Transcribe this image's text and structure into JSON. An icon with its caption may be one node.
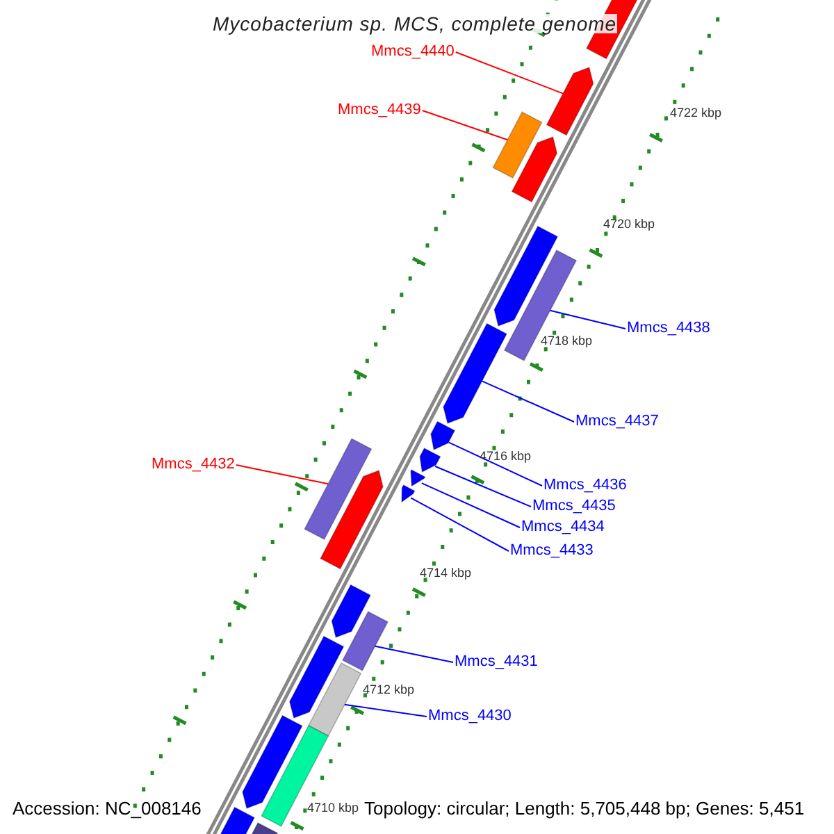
{
  "diagram": {
    "title": "Mycobacterium sp. MCS, complete genome",
    "nodes": [
      {
        "text": [
          "Mmcs_4440"
        ]
      },
      {
        "text": [],
        "shape": "bar"
      },
      {
        "text": [
          "Mmcs_4439"
        ]
      },
      {
        "text": [],
        "shape": "bar"
      },
      {
        "text": [
          "Mmcs_4438"
        ]
      },
      {
        "text": [],
        "shape": "bar"
      },
      {
        "text": [
          "Mmcs_4437"
        ]
      },
      {
        "text": [],
        "shape": "bar"
      },
      {
        "text": [
          "Mmcs_4436"
        ]
      },
      {
        "text": [],
        "shape": "bar"
      },
      {
        "text": [
          "Mmcs_4435"
        ]
      },
      {
        "text": [],
        "shape": "bar"
      },
      {
        "text": [
          "Mmcs_4434"
        ]
      },
      {
        "text": [],
        "shape": "bar"
      },
      {
        "text": [
          "Mmcs_4433"
        ]
      },
      {
        "text": [],
        "shape": "bar"
      },
      {
        "text": [
          "Mmcs_4432"
        ]
      },
      {
        "text": [],
        "shape": "bar"
      },
      {
        "text": [
          "Mmcs_4431"
        ]
      },
      {
        "text": [],
        "shape": "bar"
      },
      {
        "text": [
          "Mmcs_4430"
        ]
      },
      {
        "text": [],
        "shape": "bar"
      },
      {
        "text": [],
        "shape": "bar"
      },
      {
        "text": [],
        "shape": "bar"
      },
      {
        "text": [],
        "shape": "bar"
      },
      {
        "text": [],
        "shape": "bar"
      },
      {
        "text": [],
        "shape": "bar"
      },
      {
        "text": [],
        "shape": "bar"
      },
      {
        "text": [],
        "shape": "bar"
      },
      {
        "text": [],
        "shape": "bar"
      },
      {
        "text": [],
        "shape": "bar"
      },
      {
        "text": [],
        "shape": "bar"
      }
    ],
    "edges": [
      {
        "from": 0,
        "to": 1,
        "arrow": "none",
        "color": "#ff0000"
      },
      {
        "from": 2,
        "to": 3,
        "arrow": "none",
        "color": "#ff0000"
      },
      {
        "from": 4,
        "to": 5,
        "arrow": "none"
      },
      {
        "from": 6,
        "to": 7,
        "arrow": "none"
      },
      {
        "from": 8,
        "to": 9,
        "arrow": "none"
      },
      {
        "from": 10,
        "to": 11,
        "arrow": "none"
      },
      {
        "from": 12,
        "to": 13,
        "arrow": "none"
      },
      {
        "from": 14,
        "to": 15,
        "arrow": "none"
      },
      {
        "from": 16,
        "to": 17,
        "arrow": "none",
        "color": "#ff0000"
      },
      {
        "from": 18,
        "to": 19,
        "arrow": "none"
      },
      {
        "from": 20,
        "to": 21,
        "arrow": "none"
      }
    ],
    "labels": [
      "4722 kbp",
      "4720 kbp",
      "4718 kbp",
      "4716 kbp",
      "4714 kbp",
      "4712 kbp",
      "Accession: NC_008146",
      "4710 kbp",
      "Topology: circular; Length: 5,705,448 bp; Genes: 5,451"
    ]
  }
}
